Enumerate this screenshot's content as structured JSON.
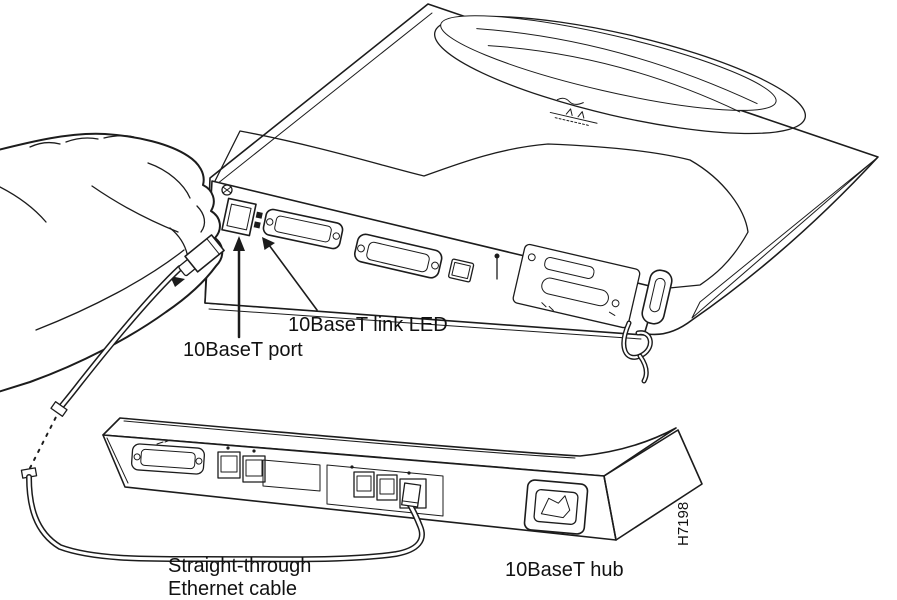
{
  "figure": {
    "background_color": "#ffffff",
    "ink_color": "#1c1c1c",
    "labels": {
      "link_led": "10BaseT link LED",
      "port": "10BaseT port",
      "cable_line1": "Straight-through",
      "cable_line2": "Ethernet cable",
      "hub": "10BaseT hub",
      "figure_id": "H7198"
    },
    "icons": {
      "router": "cisco-router-rear-isometric",
      "hub": "10baset-hub-front-isometric",
      "hand": "hand-holding-rj45-plug",
      "cable": "ethernet-cable-with-break",
      "logo": "cisco-systems-logo-mark"
    }
  }
}
